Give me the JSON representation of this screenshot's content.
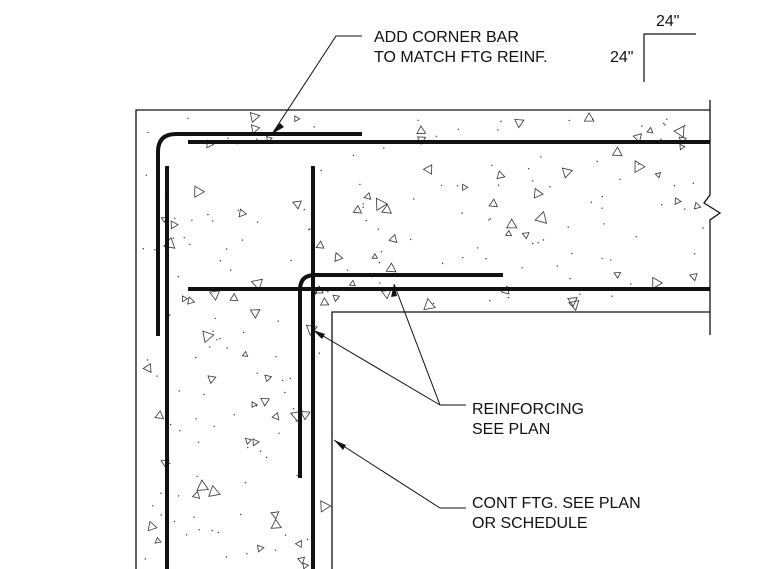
{
  "dimension": {
    "horizontal": "24\"",
    "vertical": "24\""
  },
  "notes": {
    "corner_bar": [
      "ADD CORNER BAR",
      "TO MATCH FTG REINF."
    ],
    "reinforcing": [
      "REINFORCING",
      "SEE PLAN"
    ],
    "footing": [
      "CONT FTG. SEE PLAN",
      "OR SCHEDULE"
    ]
  },
  "colors": {
    "line": "#111111",
    "rebar": "#111111",
    "stipple": "#333333"
  }
}
